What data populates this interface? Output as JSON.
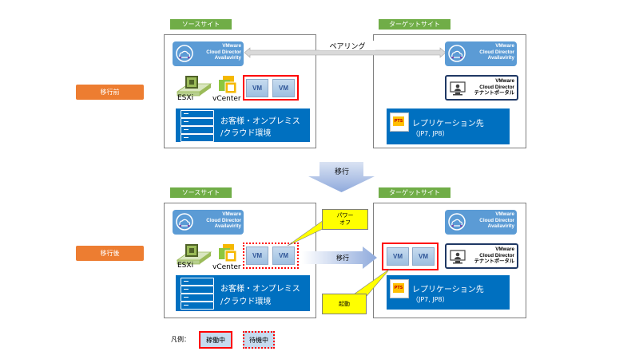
{
  "labels": {
    "source_site": "ソースサイト",
    "target_site": "ターゲットサイト",
    "before": "移行前",
    "after": "移行後",
    "pairing": "ペアリング",
    "migrate_big": "移行",
    "migrate_arrow": "移行",
    "power_off": "パワー\nオフ",
    "startup": "起動",
    "legend_prefix": "凡例：",
    "legend_running": "稼働中",
    "legend_standby": "待機中"
  },
  "vcd": {
    "line1": "VMware",
    "line2": "Cloud Director",
    "line3": "Availavirity"
  },
  "tenant": {
    "line1": "VMware",
    "line2": "Cloud Director",
    "line3": "テナントポータル"
  },
  "host": {
    "esxi": "ESXi",
    "vcenter": "vCenter"
  },
  "vm_label": "VM",
  "customer": {
    "line1": "お客様・オンプレミス",
    "line2": "/クラウド環境"
  },
  "replication": {
    "line1": "レプリケーション先",
    "line2": "（JP7, JP8）"
  },
  "pts_icon": "PTS",
  "colors": {
    "green": "#70ad47",
    "orange": "#ed7d31",
    "blue": "#0070c0",
    "vmware_blue": "#5b9bd5",
    "red": "#ff0000",
    "yellow": "#ffff00"
  }
}
